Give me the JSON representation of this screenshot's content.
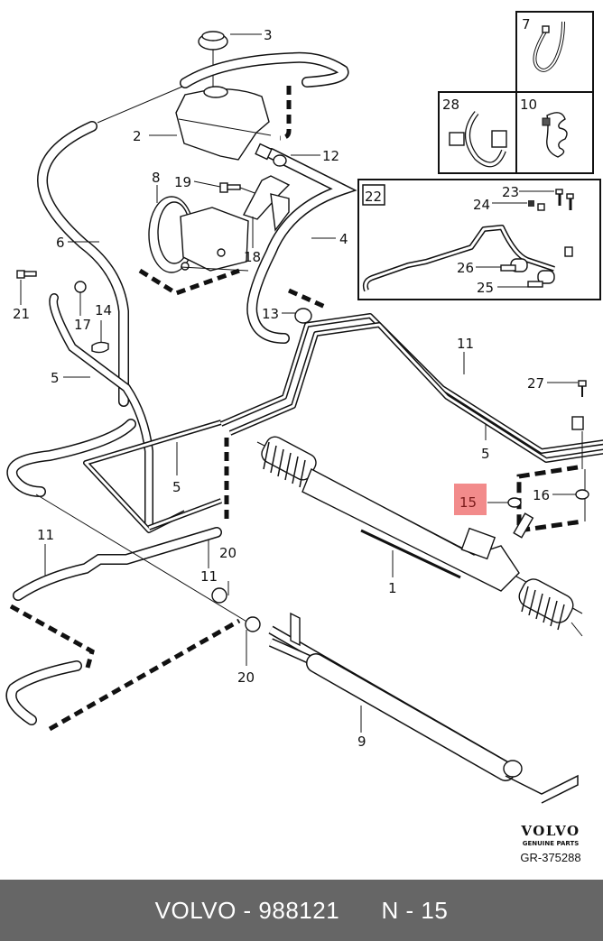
{
  "diagram": {
    "title": "Power steering system exploded parts diagram",
    "highlight_color": "#f28b8b",
    "highlighted_part": "15",
    "callouts": [
      {
        "id": "1",
        "label": "1"
      },
      {
        "id": "2",
        "label": "2"
      },
      {
        "id": "3",
        "label": "3"
      },
      {
        "id": "4",
        "label": "4"
      },
      {
        "id": "5a",
        "label": "5"
      },
      {
        "id": "5b",
        "label": "5"
      },
      {
        "id": "5c",
        "label": "5"
      },
      {
        "id": "6",
        "label": "6"
      },
      {
        "id": "7",
        "label": "7"
      },
      {
        "id": "8",
        "label": "8"
      },
      {
        "id": "9",
        "label": "9"
      },
      {
        "id": "10",
        "label": "10"
      },
      {
        "id": "11a",
        "label": "11"
      },
      {
        "id": "11b",
        "label": "11"
      },
      {
        "id": "11c",
        "label": "11"
      },
      {
        "id": "12",
        "label": "12"
      },
      {
        "id": "13",
        "label": "13"
      },
      {
        "id": "14",
        "label": "14"
      },
      {
        "id": "15",
        "label": "15"
      },
      {
        "id": "16",
        "label": "16"
      },
      {
        "id": "17",
        "label": "17"
      },
      {
        "id": "18",
        "label": "18"
      },
      {
        "id": "19",
        "label": "19"
      },
      {
        "id": "20a",
        "label": "20"
      },
      {
        "id": "20b",
        "label": "20"
      },
      {
        "id": "21",
        "label": "21"
      },
      {
        "id": "22",
        "label": "22"
      },
      {
        "id": "23",
        "label": "23"
      },
      {
        "id": "24",
        "label": "24"
      },
      {
        "id": "25",
        "label": "25"
      },
      {
        "id": "26",
        "label": "26"
      },
      {
        "id": "27",
        "label": "27"
      },
      {
        "id": "28",
        "label": "28"
      }
    ]
  },
  "branding": {
    "logo": "VOLVO",
    "tagline": "GENUINE PARTS",
    "drawing_ref": "GR-375288"
  },
  "footer": {
    "brand": "VOLVO",
    "separator": " - ",
    "part_number": "988121",
    "position_label": "N - 15"
  }
}
